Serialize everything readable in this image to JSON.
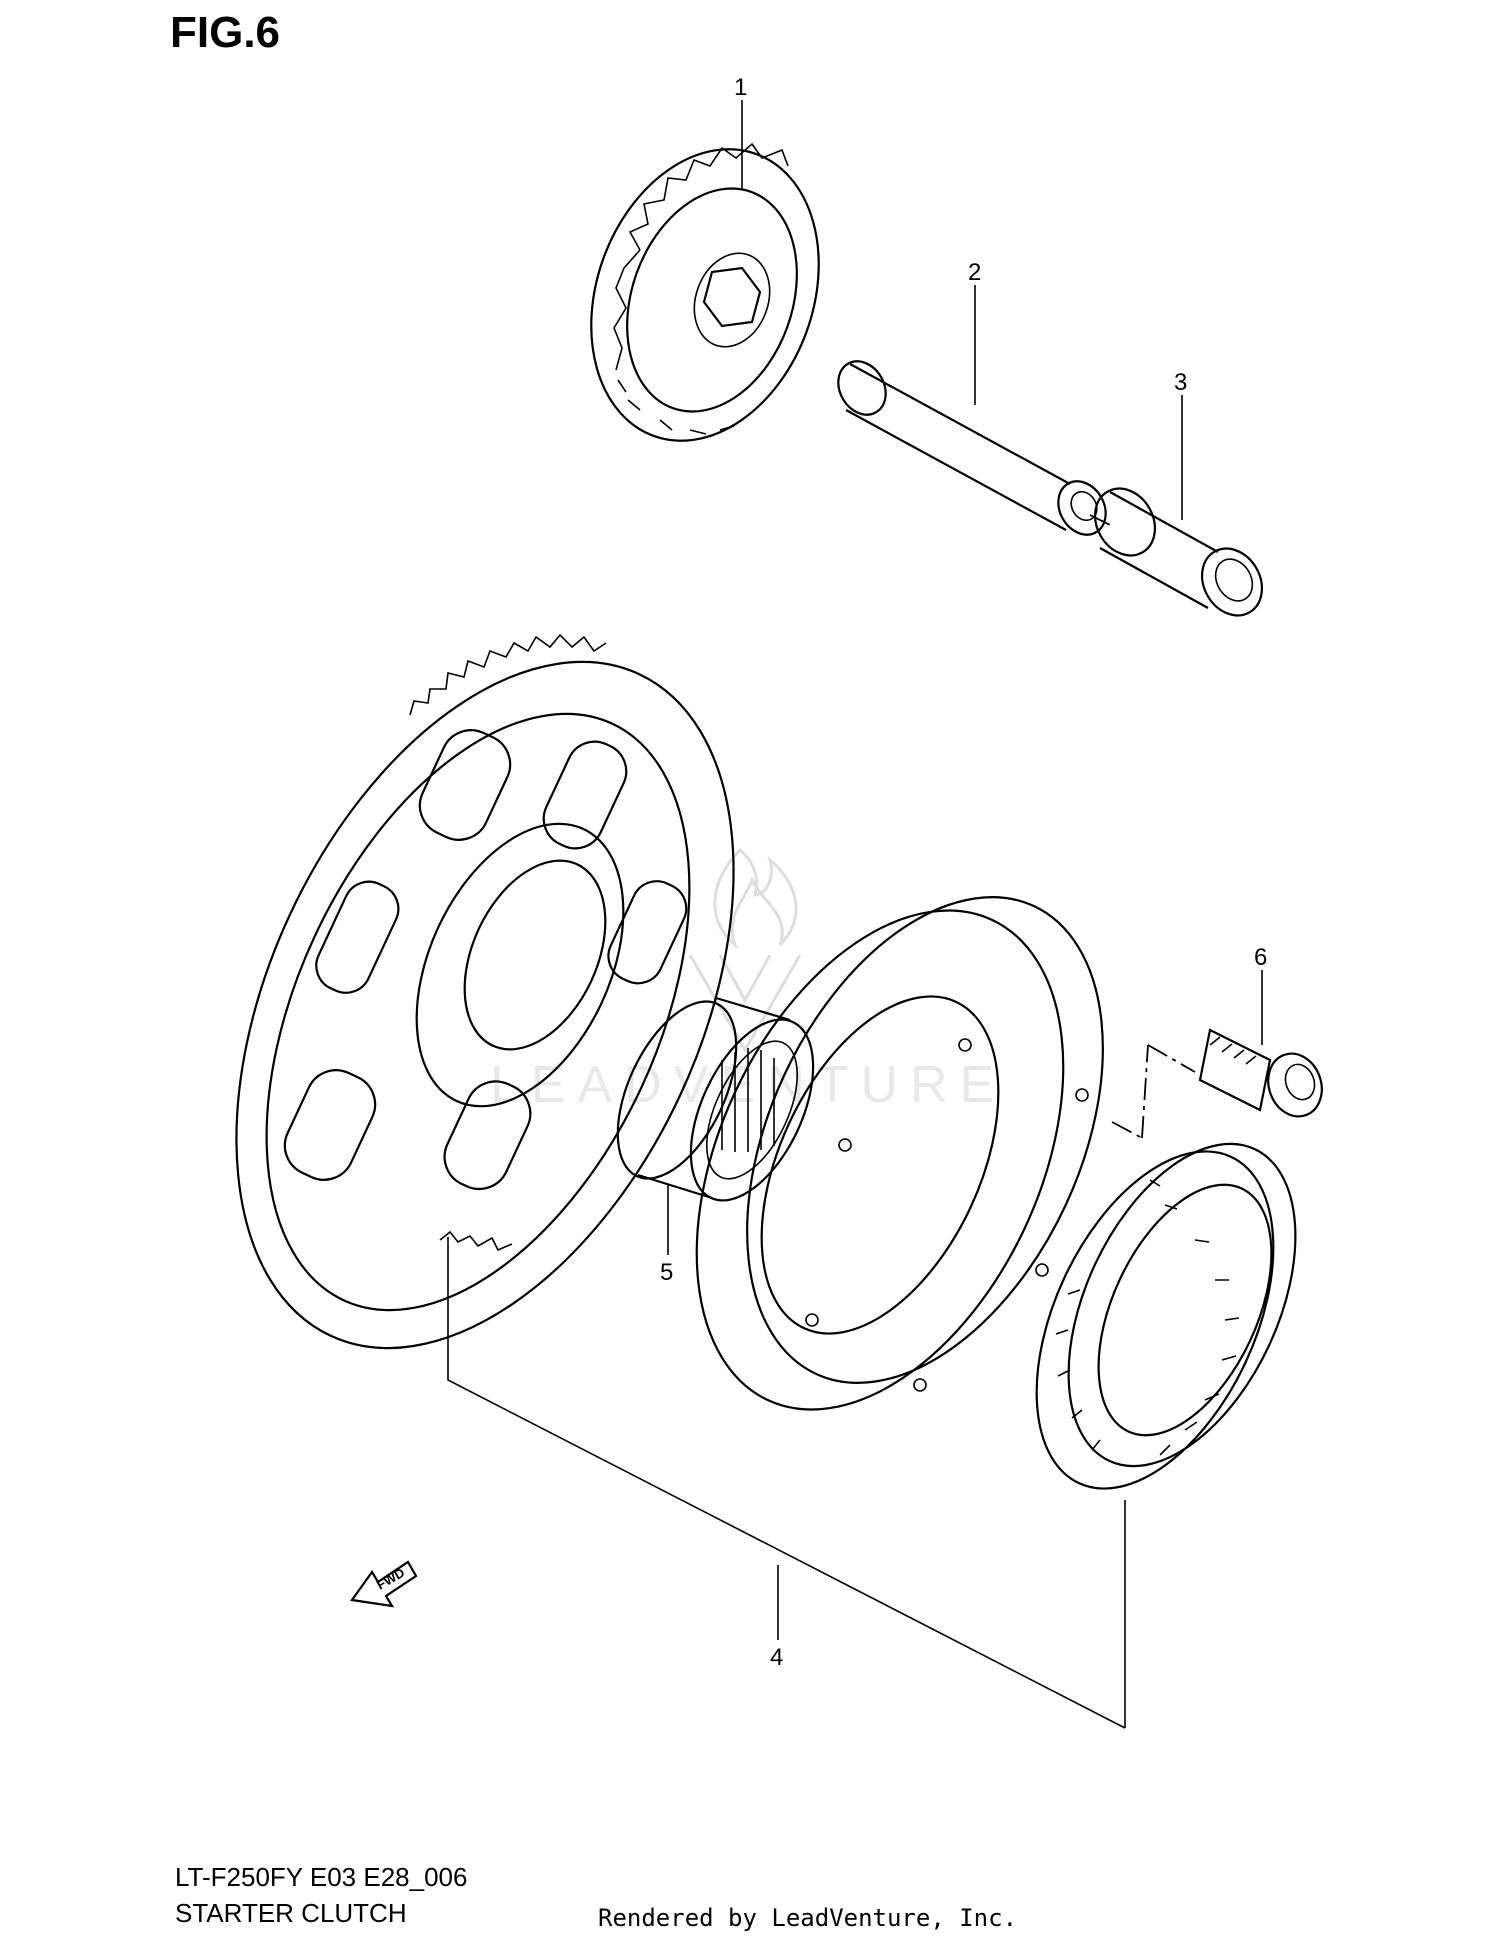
{
  "figure_title": "FIG.6",
  "callouts": [
    "1",
    "2",
    "3",
    "4",
    "5",
    "6"
  ],
  "fwd_label": "FWD",
  "watermark_text": "LEADVENTURE",
  "footer": {
    "model_code": "LT-F250FY E03 E28_006",
    "section_name": "STARTER CLUTCH",
    "rendered_by": "Rendered by LeadVenture, Inc."
  }
}
